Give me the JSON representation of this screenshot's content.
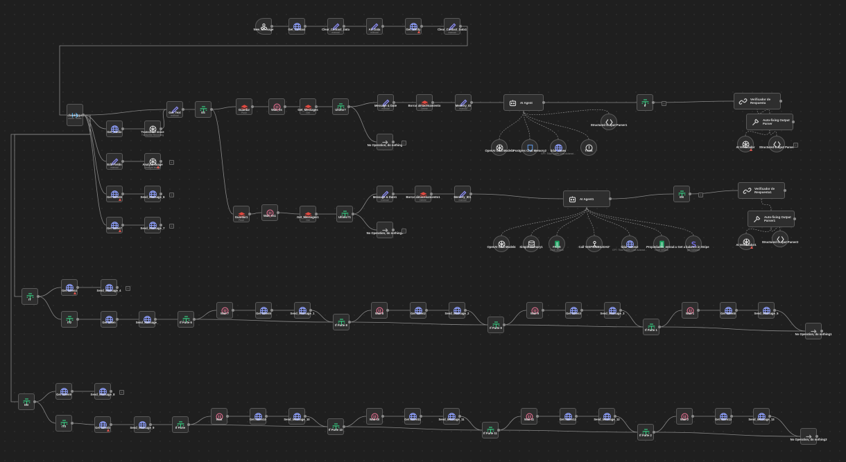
{
  "theme": {
    "background": "#1f1f1f",
    "wire": "#8a8a8a",
    "warn": "#e0574f",
    "if_green": "#35c77f",
    "set_purple": "#8b8cf2",
    "http_blue": "#8b9cf8",
    "wait_pink": "#e36d8f",
    "redis_red": "#d93b36"
  },
  "nodes": [
    {
      "id": "new_message",
      "label": "New_Message",
      "icon": "webhook-icon",
      "round": "trig"
    },
    {
      "id": "get_contact",
      "label": "Get_Contact",
      "icon": "globe-icon"
    },
    {
      "id": "clear_contact_data",
      "label": "Clear_Contact_Data",
      "sub": "manual",
      "icon": "pencil-icon"
    },
    {
      "id": "all_data",
      "label": "All_Data",
      "sub": "manual",
      "icon": "pencil-icon"
    },
    {
      "id": "get_entity",
      "label": "Get_Entity",
      "icon": "globe-icon",
      "warn": true
    },
    {
      "id": "clear_contact_data1",
      "label": "Clear_Contact_Data1",
      "sub": "manual",
      "icon": "pencil-icon"
    },
    {
      "id": "checktype",
      "label": "checkType",
      "sub": "mode: Rules",
      "icon": "switch-icon",
      "tall": true
    },
    {
      "id": "get_text",
      "label": "Get_Text",
      "sub": "manual",
      "icon": "pencil-icon"
    },
    {
      "id": "if_es",
      "label": "ES",
      "icon": "if-icon"
    },
    {
      "id": "guardar",
      "label": "Guardar",
      "sub": "Push",
      "icon": "redis-icon"
    },
    {
      "id": "wait_0s",
      "label": "Wait_0s",
      "icon": "wait-icon"
    },
    {
      "id": "get_messages",
      "label": "Get_Messages",
      "sub": "Get",
      "icon": "redis-icon"
    },
    {
      "id": "ultimo",
      "label": "Ultimo?",
      "icon": "if-icon"
    },
    {
      "id": "message_data",
      "label": "Message & Date",
      "sub": "manual",
      "icon": "pencil-icon"
    },
    {
      "id": "borrar_alm",
      "label": "Borrar almacenamiento",
      "sub": "Delete",
      "icon": "redis-icon"
    },
    {
      "id": "memory_id",
      "label": "Memory_ID",
      "sub": "manual",
      "icon": "pencil-icon"
    },
    {
      "id": "no_op",
      "label": "No Operation, do nothing",
      "icon": "arrow-icon"
    },
    {
      "id": "ai_agent",
      "label": "AI Agent",
      "icon": "robot-icon",
      "wide": true
    },
    {
      "id": "if_2",
      "label": "If",
      "icon": "if-icon"
    },
    {
      "id": "verificador",
      "label": "Verificador de Respuesta",
      "icon": "link-icon",
      "xwide": true
    },
    {
      "id": "autofix",
      "label": "Auto-fixing Output Parser",
      "icon": "tool-icon",
      "xwide": true
    },
    {
      "id": "ai_verificador",
      "label": "AI Verificador",
      "icon": "openai-icon",
      "round": true,
      "warn": true
    },
    {
      "id": "structured_parser",
      "label": "Structured Output Parser",
      "icon": "braces-icon",
      "round": true
    },
    {
      "id": "structured_parser1",
      "label": "Structured Output Parser1",
      "icon": "braces-icon",
      "round": true
    },
    {
      "id": "openai_model3",
      "label": "OpenAI Chat Model3",
      "icon": "openai-icon",
      "round": true
    },
    {
      "id": "postgres_memory",
      "label": "Postgres Chat Memory2",
      "icon": "postgres-icon",
      "round": true
    },
    {
      "id": "tidal_cases",
      "label": "tidal_cases",
      "sub": "GPT: Tidal Cases Chat Aclaraci...",
      "icon": "globe-icon",
      "round": true
    },
    {
      "id": "think",
      "label": "Think",
      "icon": "think-icon",
      "round": true
    },
    {
      "id": "get_audio",
      "label": "Get_Audio",
      "icon": "globe-icon"
    },
    {
      "id": "transcribe",
      "label": "Transcribe voice",
      "sub": "Transcribe Recording",
      "icon": "openai-icon"
    },
    {
      "id": "edit_fields",
      "label": "Edit Fields",
      "sub": "manual",
      "icon": "pencil-icon"
    },
    {
      "id": "analyze_image",
      "label": "Analyze image",
      "sub": "Analyze image",
      "icon": "openai-icon",
      "warn": true
    },
    {
      "id": "get_token6",
      "label": "Get token6",
      "icon": "globe-icon",
      "warn": true
    },
    {
      "id": "send_message_6",
      "label": "Send_Message_6",
      "icon": "globe-icon"
    },
    {
      "id": "get_token7",
      "label": "Get token7",
      "icon": "globe-icon",
      "warn": true
    },
    {
      "id": "send_message_7",
      "label": "Send_Message_7",
      "icon": "globe-icon"
    },
    {
      "id": "guardar1",
      "label": "Guardar1",
      "sub": "Push",
      "icon": "redis-icon"
    },
    {
      "id": "wait_0s1",
      "label": "Wait_0s1",
      "icon": "wait-icon"
    },
    {
      "id": "get_messages1",
      "label": "Get_Messages1",
      "sub": "Get",
      "icon": "redis-icon"
    },
    {
      "id": "ultimo1",
      "label": "Ultimo?1",
      "icon": "if-icon"
    },
    {
      "id": "message_data1",
      "label": "Message & Date1",
      "sub": "manual",
      "icon": "pencil-icon"
    },
    {
      "id": "borrar_alm1",
      "label": "Borrar almacenamiento1",
      "sub": "Delete",
      "icon": "redis-icon"
    },
    {
      "id": "memory_id1",
      "label": "Memory_ID1",
      "sub": "manual",
      "icon": "pencil-icon"
    },
    {
      "id": "no_op2",
      "label": "No Operation, do nothing2",
      "icon": "arrow-icon"
    },
    {
      "id": "ai_agent1",
      "label": "AI Agent1",
      "icon": "robot-icon",
      "xwide": true
    },
    {
      "id": "if_en",
      "label": "EN",
      "icon": "if-icon"
    },
    {
      "id": "verificador1",
      "label": "Verificador de Respuesta1",
      "icon": "link-icon",
      "xwide": true
    },
    {
      "id": "autofix1",
      "label": "Auto-fixing Output Parser1",
      "icon": "tool-icon",
      "xwide": true
    },
    {
      "id": "ai_verificador1",
      "label": "AI Verificador1",
      "icon": "openai-icon",
      "round": true,
      "warn": true
    },
    {
      "id": "structured_parser2",
      "label": "Structured Output Parser2",
      "icon": "braces-icon",
      "round": true
    },
    {
      "id": "openai_model4",
      "label": "OpenAI Chat Model4",
      "icon": "openai-icon",
      "round": true
    },
    {
      "id": "simple_memory1",
      "label": "Simple Memory1",
      "icon": "memory-icon",
      "round": true
    },
    {
      "id": "faqs",
      "label": "FAQS",
      "sub": "Limit: default",
      "icon": "sheet-icon",
      "round": true
    },
    {
      "id": "call_disponibilidad",
      "label": "Call 'DISPONIBILIDAD'",
      "icon": "call-icon",
      "round": true
    },
    {
      "id": "tidal_cases2",
      "label": "tidal_cases2",
      "sub": "GPT: Tidal Cases Chat Aclaraci...",
      "icon": "globe-icon",
      "round": true
    },
    {
      "id": "propiedades",
      "label": "Propiedades_entrad a",
      "sub": "Limit: default",
      "icon": "sheet-icon",
      "round": true
    },
    {
      "id": "stripe",
      "label": "Get a balance in Stripe",
      "sub": "get: balance",
      "icon": "stripe-icon",
      "round": true
    },
    {
      "id": "if_it",
      "label": "IT",
      "icon": "if-icon"
    },
    {
      "id": "get_token4",
      "label": "Get token4",
      "icon": "globe-icon",
      "warn": true
    },
    {
      "id": "send_message_4",
      "label": "Send_Message_4",
      "icon": "globe-icon"
    },
    {
      "id": "if_it2",
      "label": "IT2",
      "icon": "if-icon"
    },
    {
      "id": "get_token",
      "label": "Get token",
      "icon": "globe-icon"
    },
    {
      "id": "send_message_",
      "label": "Send_Message_",
      "icon": "globe-icon"
    },
    {
      "id": "if_parte6",
      "label": "If Parte 6",
      "icon": "if-icon"
    },
    {
      "id": "wait_7",
      "label": "Wait 7",
      "icon": "wait-icon"
    },
    {
      "id": "get_token5",
      "label": "Get token5",
      "icon": "globe-icon"
    },
    {
      "id": "send_message_1",
      "label": "Send_Message_1",
      "icon": "globe-icon"
    },
    {
      "id": "if_parte8",
      "label": "If Parte 8",
      "icon": "if-icon"
    },
    {
      "id": "wait_8",
      "label": "Wait 8",
      "icon": "wait-icon"
    },
    {
      "id": "get_token2",
      "label": "Get token2",
      "icon": "globe-icon"
    },
    {
      "id": "send_message_2",
      "label": "Send_Message_2",
      "icon": "globe-icon"
    },
    {
      "id": "if_parte9",
      "label": "If Parte 9",
      "icon": "if-icon"
    },
    {
      "id": "wait_9",
      "label": "Wait 9",
      "icon": "wait-icon"
    },
    {
      "id": "get_token3",
      "label": "Get token3",
      "icon": "globe-icon"
    },
    {
      "id": "send_message_3",
      "label": "Send_Message_3",
      "icon": "globe-icon"
    },
    {
      "id": "if_parte1",
      "label": "If Parte 1",
      "icon": "if-icon"
    },
    {
      "id": "wait_1",
      "label": "Wait 1",
      "icon": "wait-icon"
    },
    {
      "id": "get_token8",
      "label": "Get token8",
      "icon": "globe-icon"
    },
    {
      "id": "send_message_5",
      "label": "Send_Message_5",
      "icon": "globe-icon"
    },
    {
      "id": "no_op1",
      "label": "No Operation, do nothing1",
      "icon": "arrow-icon"
    },
    {
      "id": "if_en2",
      "label": "EN",
      "icon": "if-icon"
    },
    {
      "id": "get_token9",
      "label": "Get token9",
      "icon": "globe-icon"
    },
    {
      "id": "send_message_8",
      "label": "Send_Message_8",
      "icon": "globe-icon"
    },
    {
      "id": "if_it3",
      "label": "IT3",
      "icon": "if-icon"
    },
    {
      "id": "get_tokenb",
      "label": "Get tokenb",
      "icon": "globe-icon",
      "warn": true
    },
    {
      "id": "send_message_9",
      "label": "Send_Message_9",
      "icon": "globe-icon"
    },
    {
      "id": "if_parte",
      "label": "If Parte",
      "icon": "if-icon"
    },
    {
      "id": "wait",
      "label": "Wait",
      "icon": "wait-icon"
    },
    {
      "id": "get_token10",
      "label": "Get token10",
      "icon": "globe-icon"
    },
    {
      "id": "send_message_10",
      "label": "Send_Message_10",
      "icon": "globe-icon"
    },
    {
      "id": "if_parte10",
      "label": "If Parte 10",
      "icon": "if-icon"
    },
    {
      "id": "wait_10",
      "label": "Wait 10",
      "icon": "wait-icon"
    },
    {
      "id": "get_token11",
      "label": "Get token11",
      "icon": "globe-icon"
    },
    {
      "id": "send_message_11",
      "label": "Send_Message_11",
      "icon": "globe-icon"
    },
    {
      "id": "if_parte11",
      "label": "If Parte 11",
      "icon": "if-icon"
    },
    {
      "id": "wait_11",
      "label": "Wait 11",
      "icon": "wait-icon"
    },
    {
      "id": "get_token12",
      "label": "Get token12",
      "icon": "globe-icon"
    },
    {
      "id": "send_message_12",
      "label": "Send_Message_12",
      "icon": "globe-icon"
    },
    {
      "id": "if_parte2",
      "label": "If Parte 2",
      "icon": "if-icon"
    },
    {
      "id": "wait_2",
      "label": "Wait 2",
      "icon": "wait-icon"
    },
    {
      "id": "get_token13",
      "label": "Get token13",
      "icon": "globe-icon"
    },
    {
      "id": "send_message_13",
      "label": "Send_Message_13",
      "icon": "globe-icon"
    },
    {
      "id": "no_op3",
      "label": "No Operation, do nothing3",
      "icon": "arrow-icon"
    }
  ]
}
